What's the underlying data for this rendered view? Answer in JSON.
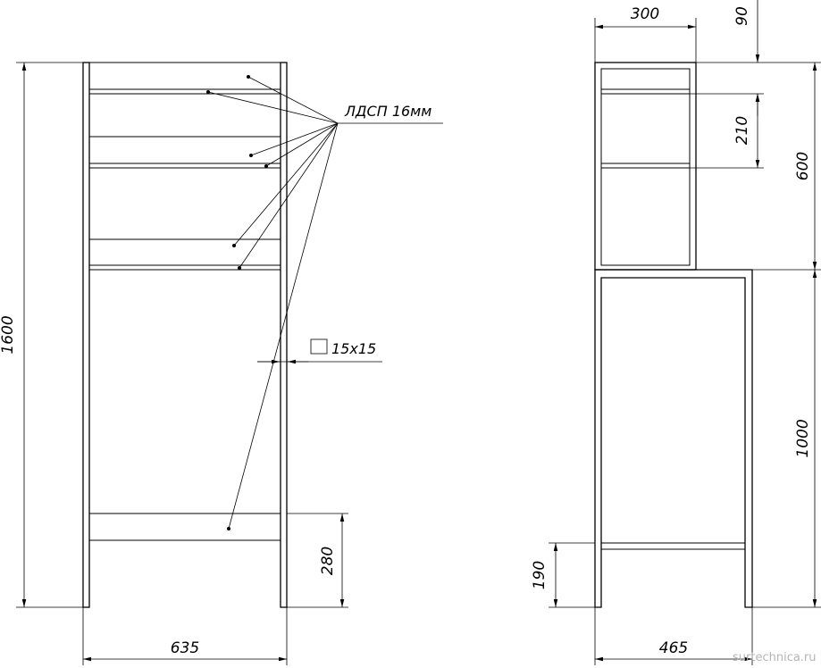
{
  "front_view": {
    "dim_height": "1600",
    "dim_width": "635",
    "dim_bottom_shelf": "280",
    "material_label": "ЛДСП 16мм",
    "profile_label": "15х15"
  },
  "side_view": {
    "dim_top_width": "300",
    "dim_top_gap": "90",
    "dim_shelf_gap": "210",
    "dim_upper_height": "600",
    "dim_lower_height": "1000",
    "dim_bottom_shelf": "190",
    "dim_width": "465"
  },
  "watermark": "surtechnica.ru"
}
